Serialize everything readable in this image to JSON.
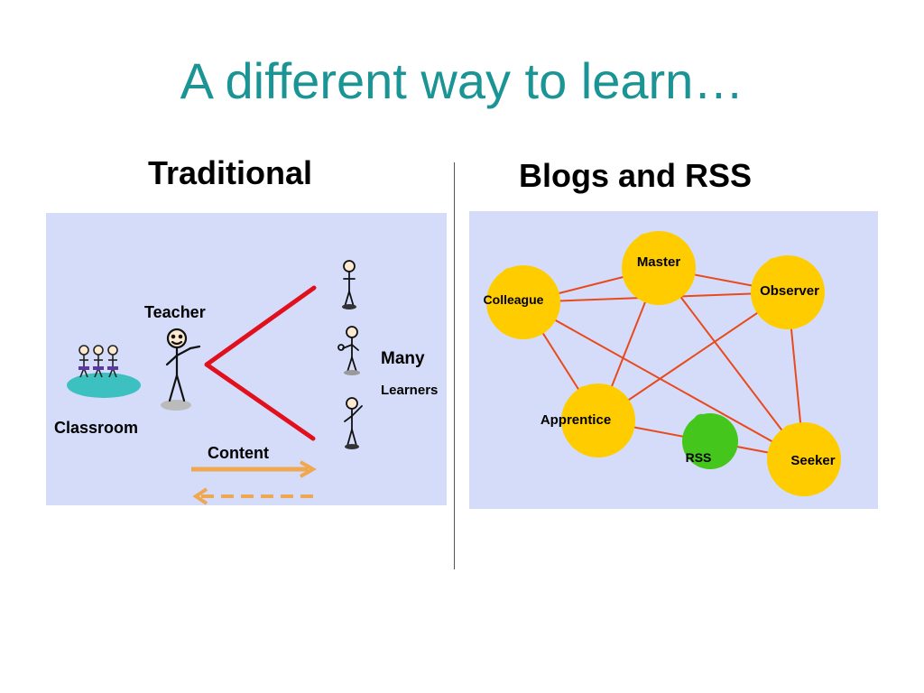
{
  "slide": {
    "title": "A different way to learn…"
  },
  "traditional": {
    "heading": "Traditional",
    "labels": {
      "teacher": "Teacher",
      "classroom": "Classroom",
      "many": "Many",
      "learners": "Learners",
      "content": "Content"
    },
    "colors": {
      "background": "#d5dcfa",
      "classroom_rug": "#3cc0c0",
      "chevron": "#e0101c",
      "content_arrow": "#f0a850"
    }
  },
  "network": {
    "heading": "Blogs and RSS",
    "nodes": [
      {
        "id": "master",
        "label": "Master",
        "color": "#ffcc00"
      },
      {
        "id": "colleague",
        "label": "Colleague",
        "color": "#ffcc00"
      },
      {
        "id": "observer",
        "label": "Observer",
        "color": "#ffcc00"
      },
      {
        "id": "apprentice",
        "label": "Apprentice",
        "color": "#ffcc00"
      },
      {
        "id": "rss",
        "label": "RSS",
        "color": "#44c61c"
      },
      {
        "id": "seeker",
        "label": "Seeker",
        "color": "#ffcc00"
      }
    ],
    "edges": [
      [
        "colleague",
        "master"
      ],
      [
        "master",
        "observer"
      ],
      [
        "colleague",
        "observer"
      ],
      [
        "colleague",
        "apprentice"
      ],
      [
        "colleague",
        "seeker"
      ],
      [
        "master",
        "apprentice"
      ],
      [
        "master",
        "seeker"
      ],
      [
        "observer",
        "apprentice"
      ],
      [
        "observer",
        "seeker"
      ],
      [
        "apprentice",
        "seeker"
      ]
    ],
    "colors": {
      "background": "#d5dcfa",
      "edge": "#e84a1c"
    }
  }
}
